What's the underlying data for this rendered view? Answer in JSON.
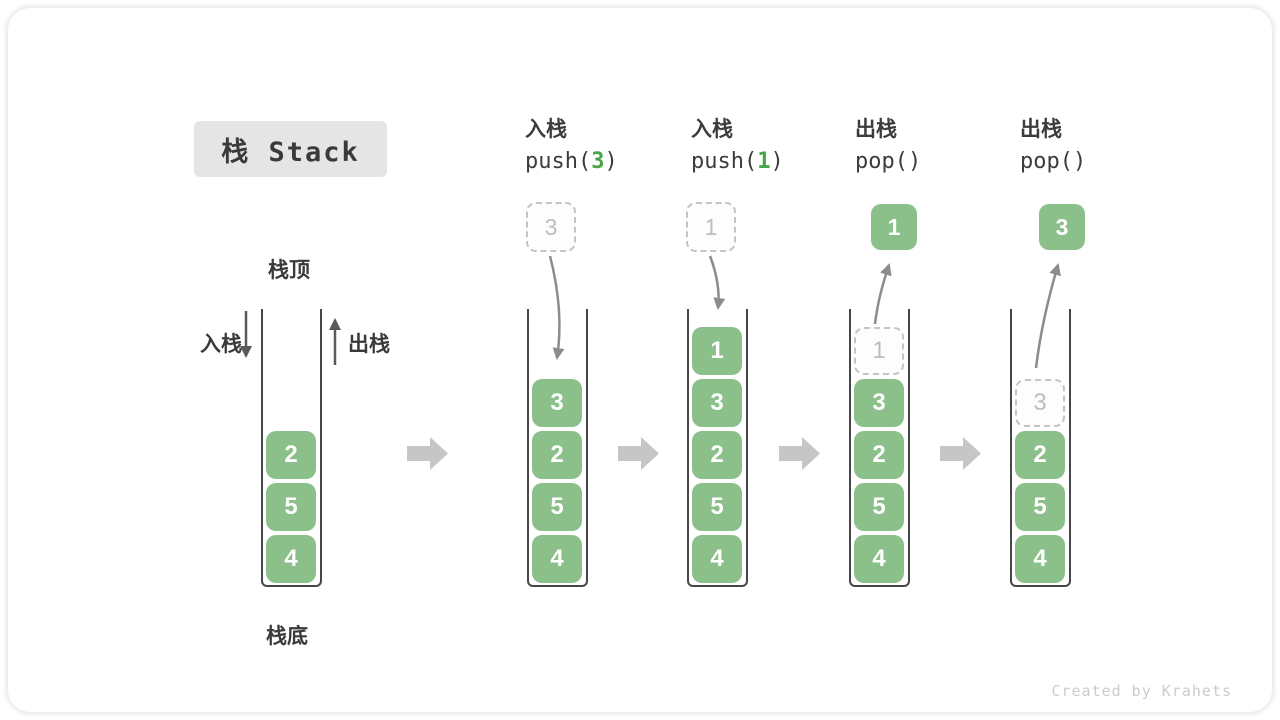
{
  "title": "栈 Stack",
  "side_labels": {
    "top": "栈顶",
    "bottom": "栈底",
    "push": "入栈",
    "pop": "出栈"
  },
  "operations": [
    {
      "name": "入栈",
      "code_pre": "push(",
      "arg": "3",
      "code_post": ")"
    },
    {
      "name": "入栈",
      "code_pre": "push(",
      "arg": "1",
      "code_post": ")"
    },
    {
      "name": "出栈",
      "code_pre": "pop(",
      "arg": "",
      "code_post": ")"
    },
    {
      "name": "出栈",
      "code_pre": "pop(",
      "arg": "",
      "code_post": ")"
    }
  ],
  "stacks": [
    {
      "slots": [
        {
          "v": "2"
        },
        {
          "v": "5"
        },
        {
          "v": "4"
        }
      ]
    },
    {
      "floating": {
        "value": "3",
        "style": "dashed"
      },
      "slots": [
        {
          "v": "3"
        },
        {
          "v": "2"
        },
        {
          "v": "5"
        },
        {
          "v": "4"
        }
      ]
    },
    {
      "floating": {
        "value": "1",
        "style": "dashed"
      },
      "slots": [
        {
          "v": "1"
        },
        {
          "v": "3"
        },
        {
          "v": "2"
        },
        {
          "v": "5"
        },
        {
          "v": "4"
        }
      ]
    },
    {
      "floating": {
        "value": "1",
        "style": "solid"
      },
      "slots": [
        {
          "v": "1",
          "placeholder": true
        },
        {
          "v": "3"
        },
        {
          "v": "2"
        },
        {
          "v": "5"
        },
        {
          "v": "4"
        }
      ]
    },
    {
      "floating": {
        "value": "3",
        "style": "solid"
      },
      "slots": [
        {
          "v": "3",
          "placeholder": true
        },
        {
          "v": "2"
        },
        {
          "v": "5"
        },
        {
          "v": "4"
        }
      ]
    }
  ],
  "colors": {
    "block_green": "#8CC08A",
    "code_arg_green": "#46a546",
    "curve_arrow_gray": "#8c8c8c",
    "block_arrow_gray": "#c6c6c6",
    "dashed_gray": "#c4c4c4"
  },
  "credit": "Created by Krahets"
}
